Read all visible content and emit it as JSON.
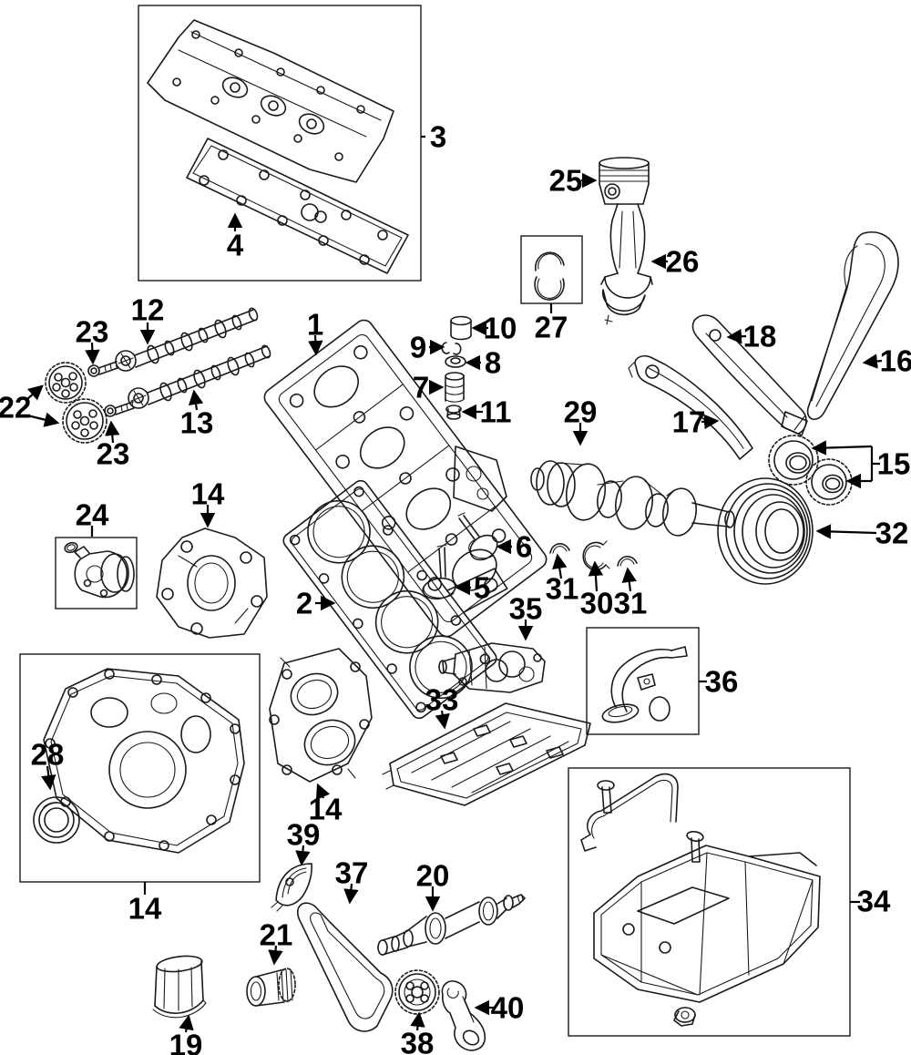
{
  "diagram": {
    "type": "exploded-parts-diagram",
    "subject": "engine-assembly",
    "colors": {
      "line": "#1a1a1a",
      "background": "#ffffff",
      "label": "#000000"
    },
    "callouts": [
      {
        "label": "3",
        "part": "valve-cover-box"
      },
      {
        "label": "4",
        "part": "valve-cover-gasket"
      },
      {
        "label": "25",
        "part": "piston"
      },
      {
        "label": "26",
        "part": "connecting-rod"
      },
      {
        "label": "27",
        "part": "rod-bearing-set"
      },
      {
        "label": "12",
        "part": "camshaft-upper"
      },
      {
        "label": "23",
        "part": "camshaft-bolt-upper"
      },
      {
        "label": "22",
        "part": "camshaft-phasers"
      },
      {
        "label": "23",
        "part": "camshaft-bolt-lower"
      },
      {
        "label": "13",
        "part": "camshaft-lower"
      },
      {
        "label": "1",
        "part": "cylinder-head"
      },
      {
        "label": "10",
        "part": "valve-lifter"
      },
      {
        "label": "9",
        "part": "valve-keepers"
      },
      {
        "label": "8",
        "part": "spring-retainer"
      },
      {
        "label": "7",
        "part": "valve-spring"
      },
      {
        "label": "11",
        "part": "valve-stem-seal"
      },
      {
        "label": "18",
        "part": "chain-guide-straight"
      },
      {
        "label": "16",
        "part": "timing-chain"
      },
      {
        "label": "17",
        "part": "chain-guide-curved"
      },
      {
        "label": "15",
        "part": "crank-sprockets"
      },
      {
        "label": "29",
        "part": "crankshaft"
      },
      {
        "label": "24",
        "part": "vvt-solenoid-box"
      },
      {
        "label": "14",
        "part": "engine-bracket"
      },
      {
        "label": "2",
        "part": "head-gasket"
      },
      {
        "label": "6",
        "part": "valve-intake"
      },
      {
        "label": "5",
        "part": "valve-exhaust"
      },
      {
        "label": "31",
        "part": "thrust-bearing-left"
      },
      {
        "label": "30",
        "part": "main-bearing"
      },
      {
        "label": "31",
        "part": "thrust-bearing-right"
      },
      {
        "label": "32",
        "part": "crank-pulley"
      },
      {
        "label": "35",
        "part": "oil-pump"
      },
      {
        "label": "36",
        "part": "oil-pickup-box"
      },
      {
        "label": "33",
        "part": "windage-tray"
      },
      {
        "label": "28",
        "part": "front-crank-seal"
      },
      {
        "label": "14",
        "part": "chain-case-plate"
      },
      {
        "label": "14",
        "part": "front-cover-box"
      },
      {
        "label": "39",
        "part": "tensioner-pad"
      },
      {
        "label": "37",
        "part": "balance-shaft-chain"
      },
      {
        "label": "20",
        "part": "balance-shaft"
      },
      {
        "label": "21",
        "part": "pump-drive-collar"
      },
      {
        "label": "34",
        "part": "oil-pan-box"
      },
      {
        "label": "19",
        "part": "oil-filter-element"
      },
      {
        "label": "38",
        "part": "balance-shaft-gear"
      },
      {
        "label": "40",
        "part": "tensioner-arm"
      }
    ]
  }
}
